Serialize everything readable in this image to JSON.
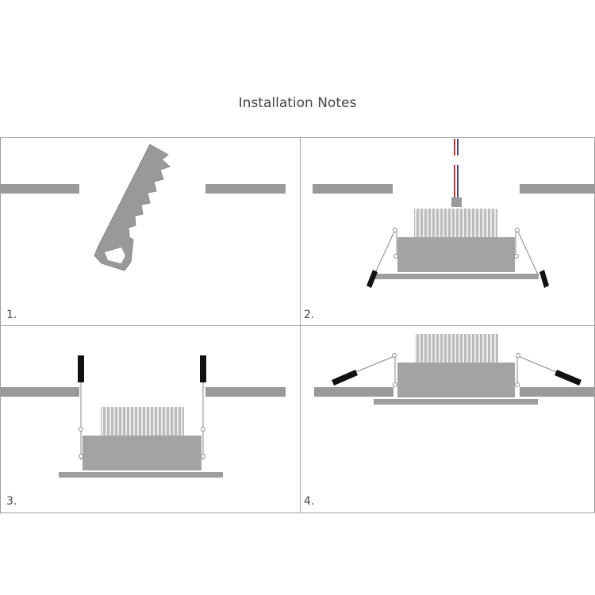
{
  "title": "Installation Notes",
  "steps": [
    {
      "label": "1.",
      "description": ""
    },
    {
      "label": "2.",
      "description": ""
    },
    {
      "label": "3.",
      "description": ""
    },
    {
      "label": "4.",
      "description": ""
    }
  ],
  "colors": {
    "ceiling": "#9a9a9a",
    "fixture": "#a3a3a3",
    "heatsink": "#c8c8c8",
    "panel_border": "#a0a0a0",
    "clip": "#111111",
    "wire_red": "#c0392b",
    "wire_blue": "#2e4a9e"
  },
  "icons": [
    "saw-icon",
    "downlight-fixture-icon",
    "spring-clip-icon",
    "power-wire-icon"
  ]
}
